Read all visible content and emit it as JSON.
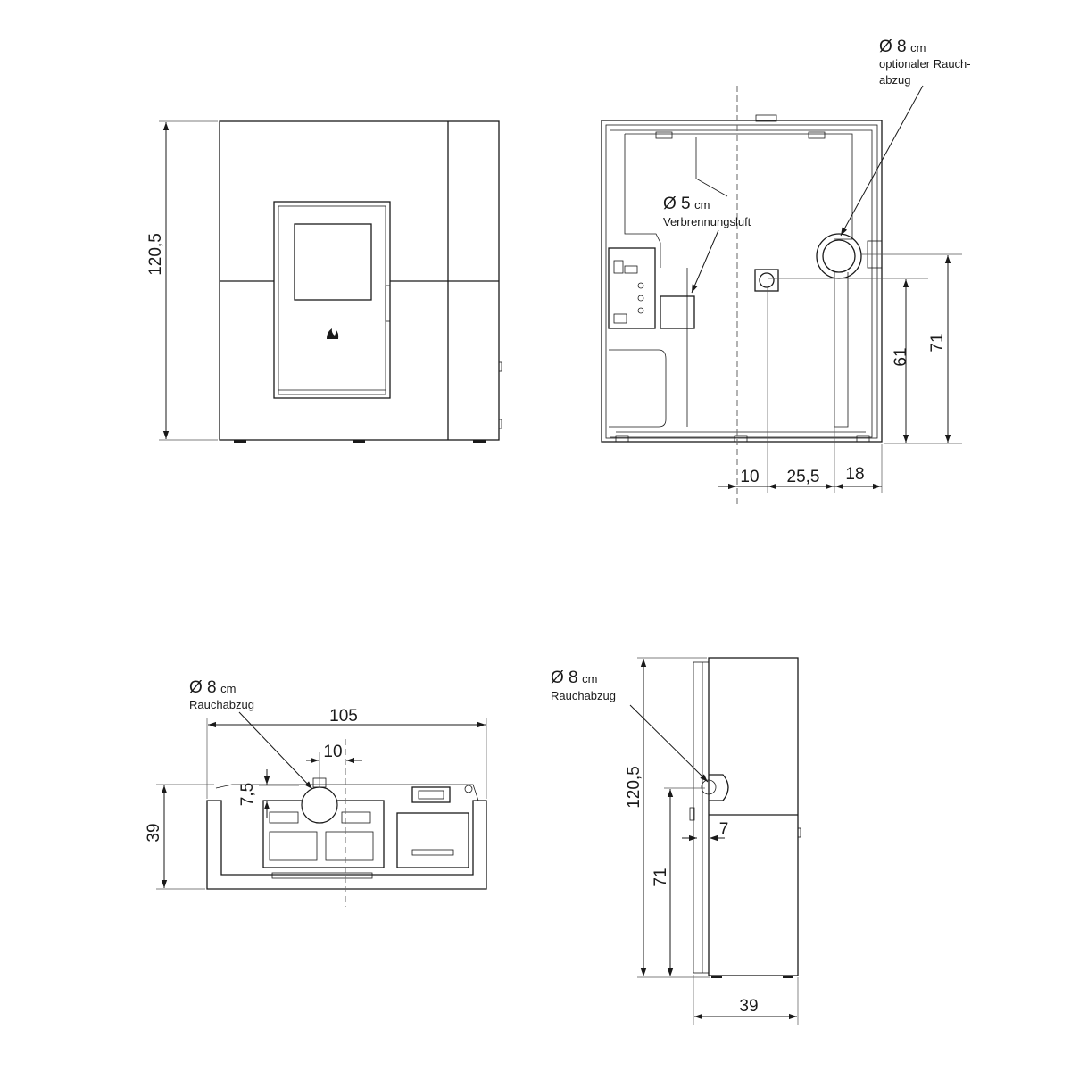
{
  "front_view": {
    "height_label": "120,5"
  },
  "rear_view": {
    "flue_optional": {
      "diameter": "Ø 8",
      "unit": "cm",
      "note_line1": "optionaler Rauch-",
      "note_line2": "abzug"
    },
    "air_inlet": {
      "diameter": "Ø 5",
      "unit": "cm",
      "note": "Verbrennungsluft"
    },
    "dims": {
      "h_71": "71",
      "h_61": "61",
      "w_10": "10",
      "w_25_5": "25,5",
      "w_18": "18"
    }
  },
  "top_view": {
    "flue": {
      "diameter": "Ø 8",
      "unit": "cm",
      "note": "Rauchabzug"
    },
    "dims": {
      "width": "105",
      "offset": "10",
      "depth": "39",
      "flue_offset": "7,5"
    }
  },
  "side_view": {
    "flue": {
      "diameter": "Ø 8",
      "unit": "cm",
      "note": "Rauchabzug"
    },
    "dims": {
      "height": "120,5",
      "flue_height": "71",
      "flue_depth": "7",
      "depth": "39"
    }
  },
  "icons": {
    "arrowhead": "arrowhead-icon",
    "flame_logo": "flame-logo-icon"
  },
  "colors": {
    "line": "#1a1a1a",
    "background": "#ffffff"
  }
}
